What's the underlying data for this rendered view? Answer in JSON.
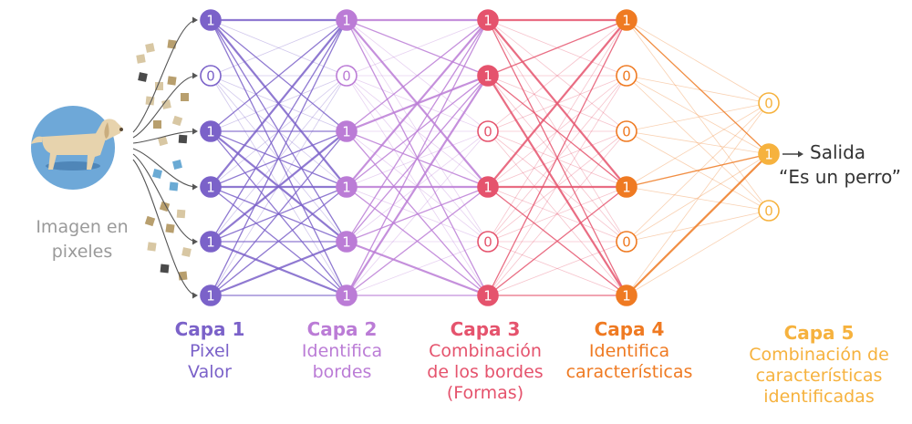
{
  "input": {
    "caption_line1": "Imagen en",
    "caption_line2": "pixeles",
    "pixel_colors": [
      "#d8c7a3",
      "#4a4a4a",
      "#6aaad4",
      "#b89f6e"
    ]
  },
  "output": {
    "label": "Salida",
    "quote": "“Es un perro”",
    "arrow": "→"
  },
  "layers": [
    {
      "title": "Capa 1",
      "desc": [
        "Pixel",
        "Valor"
      ],
      "color": "#7b62c9",
      "nodes": [
        "1",
        "0",
        "1",
        "1",
        "1",
        "1"
      ]
    },
    {
      "title": "Capa 2",
      "desc": [
        "Identifica",
        "bordes"
      ],
      "color": "#bb7cd6",
      "nodes": [
        "1",
        "0",
        "1",
        "1",
        "1",
        "1"
      ]
    },
    {
      "title": "Capa 3",
      "desc": [
        "Combinación",
        "de los bordes",
        "(Formas)"
      ],
      "color": "#e5536d",
      "nodes": [
        "1",
        "1",
        "0",
        "1",
        "0",
        "1"
      ]
    },
    {
      "title": "Capa 4",
      "desc": [
        "Identifica",
        "características"
      ],
      "color": "#ef7a22",
      "nodes": [
        "1",
        "0",
        "0",
        "1",
        "0",
        "1"
      ]
    },
    {
      "title": "Capa 5",
      "desc": [
        "Combinación de",
        "características",
        "identificadas"
      ],
      "color": "#f6b23e",
      "nodes": [
        "0",
        "1",
        "0"
      ]
    }
  ]
}
